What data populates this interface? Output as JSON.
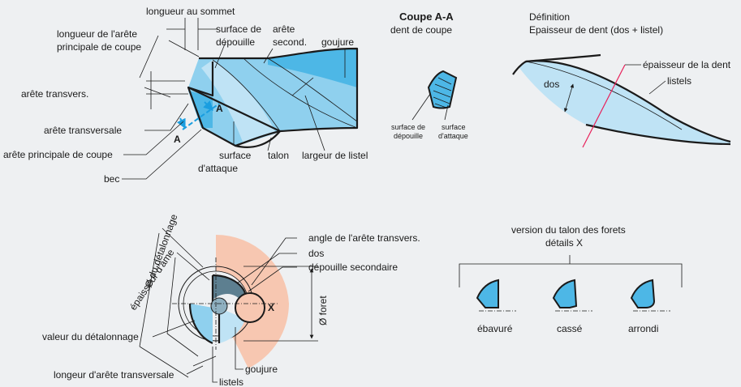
{
  "colors": {
    "background": "#eef0f2",
    "blue_light": "#bfe3f5",
    "blue_mid": "#8fd0ee",
    "blue_dark": "#4db7e6",
    "accent_blue": "#1a9ee0",
    "salmon": "#f7c7b1",
    "steel": "#5d7f90",
    "red_line": "#e8205a"
  },
  "drill_side": {
    "longueur_au_sommet": "longueur au sommet",
    "longueur_arete_principale_1": "longueur de l'arête",
    "longueur_arete_principale_2": "principale de coupe",
    "surface_depouille_1": "surface de",
    "surface_depouille_2": "dépouille",
    "arete_second_1": "arête",
    "arete_second_2": "second.",
    "goujure": "goujure",
    "arete_transvers": "arête transvers.",
    "arete_transversale": "arête transversale",
    "arete_principale_coupe": "arête principale de coupe",
    "bec": "bec",
    "surface_attaque_1": "surface",
    "surface_attaque_2": "d'attaque",
    "talon": "talon",
    "largeur_listel": "largeur de listel",
    "section_mark": "A"
  },
  "coupe": {
    "title": "Coupe A-A",
    "subtitle": "dent de coupe",
    "surface_depouille_1": "surface de",
    "surface_depouille_2": "dépouille",
    "surface_attaque_1": "surface",
    "surface_attaque_2": "d'attaque"
  },
  "definition": {
    "title": "Définition",
    "subtitle": "Epaisseur de dent (dos + listel)",
    "epaisseur": "épaisseur de la dent",
    "listels": "listels",
    "dos": "dos"
  },
  "end_view": {
    "detalonnage_diam": "Ø du détalonnage",
    "epaisseur_ame": "épaisseur d'âme",
    "angle_arete": "angle de l'arête transvers.",
    "dos": "dos",
    "depouille_secondaire": "dépouille secondaire",
    "foret_diam": "Ø foret",
    "x_mark": "X",
    "valeur_detalonnage": "valeur du détalonnage",
    "longeur_arete": "longeur d'arête transversale",
    "goujure": "goujure",
    "listels": "listels"
  },
  "talon_versions": {
    "title_1": "version du talon des forets",
    "title_2": "détails X",
    "variants": [
      "ébavuré",
      "cassé",
      "arrondi"
    ]
  }
}
